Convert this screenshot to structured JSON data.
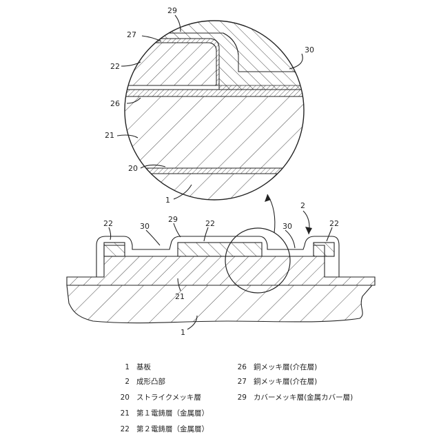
{
  "callouts": {
    "circle": {
      "c29": "29",
      "c27": "27",
      "c22": "22",
      "c26": "26",
      "c21": "21",
      "c20": "20",
      "c1": "1",
      "c30": "30"
    },
    "main": {
      "m22a": "22",
      "m30a": "30",
      "m29": "29",
      "m22b": "22",
      "m21": "21",
      "m1": "1",
      "m2": "2",
      "m30b": "30",
      "m22c": "22"
    }
  },
  "legend": [
    {
      "num": "1",
      "text": "基板"
    },
    {
      "num": "2",
      "text": "成形凸部"
    },
    {
      "num": "20",
      "text": "ストライクメッキ層"
    },
    {
      "num": "21",
      "text": "第１電鋳層（金属層）"
    },
    {
      "num": "22",
      "text": "第２電鋳層（金属層）"
    },
    {
      "num": "26",
      "text": "銅メッキ層(介在層)"
    },
    {
      "num": "27",
      "text": "銅メッキ層(介在層)"
    },
    {
      "num": "29",
      "text": "カバーメッキ層(金属カバー層)"
    }
  ]
}
